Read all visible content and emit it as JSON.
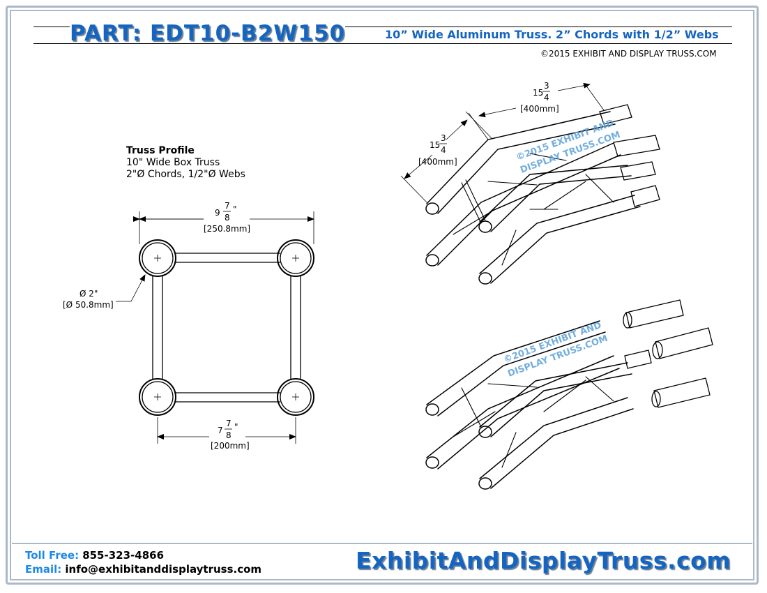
{
  "header": {
    "part_label": "PART: EDT10-B2W150",
    "subtitle": "10” Wide Aluminum Truss. 2” Chords with 1/2” Webs",
    "copyright": "©2015 EXHIBIT AND DISPLAY TRUSS.COM"
  },
  "profile": {
    "heading": "Truss Profile",
    "line1": "10\" Wide Box Truss",
    "line2": "2\"Ø Chords, 1/2\"Ø Webs"
  },
  "dimensions": {
    "outer_whole": "9",
    "outer_num": "7",
    "outer_den": "8",
    "outer_unit": "\"",
    "outer_mm": "[250.8mm]",
    "inner_whole": "7",
    "inner_num": "7",
    "inner_den": "8",
    "inner_unit": "\"",
    "inner_mm": "[200mm]",
    "chord_dia": "Ø 2\"",
    "chord_mm": "[Ø 50.8mm]",
    "leg_whole": "15",
    "leg_num": "3",
    "leg_den": "4",
    "leg_mm": "[400mm]",
    "leg2_whole": "15",
    "leg2_num": "3",
    "leg2_den": "4",
    "leg2_mm": "[400mm]"
  },
  "watermark": {
    "line1": "©2015 EXHIBIT AND",
    "line2": "DISPLAY TRUSS.COM"
  },
  "footer": {
    "tollfree_label": "Toll Free:",
    "tollfree_value": "855-323-4866",
    "email_label": "Email:",
    "email_value": "info@exhibitanddisplaytruss.com",
    "brand": "ExhibitAndDisplayTruss.com"
  },
  "colors": {
    "brand_blue": "#1565c0",
    "footer_label_blue": "#1e88e5",
    "frame": "#aab8c8"
  }
}
